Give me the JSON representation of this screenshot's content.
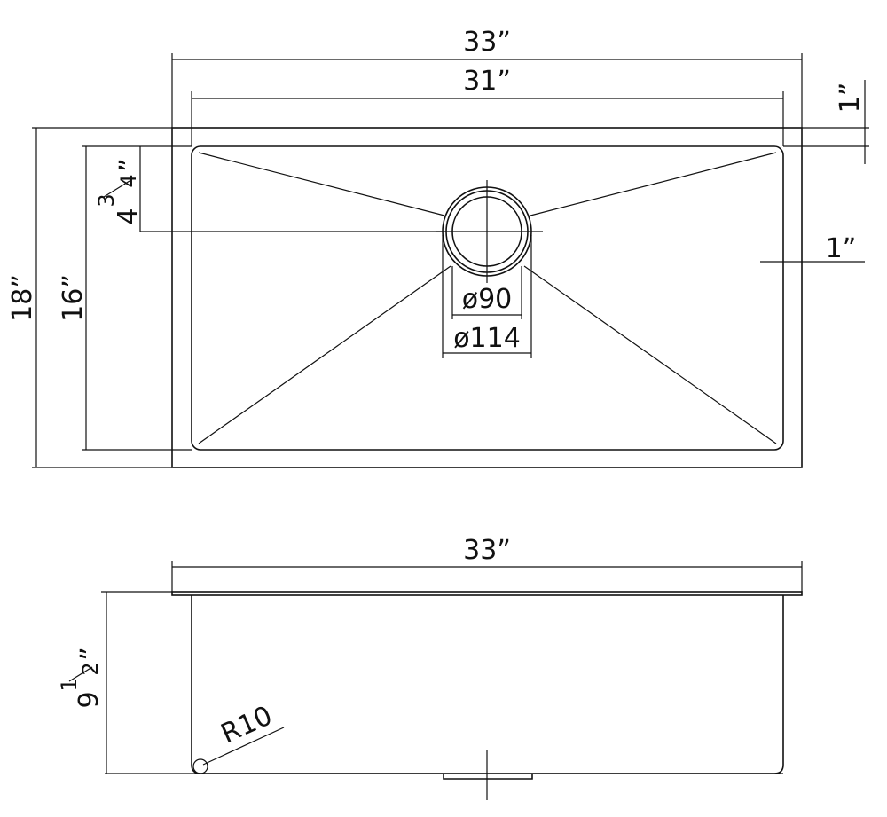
{
  "top_view": {
    "overall_width": "33”",
    "inner_width": "31”",
    "flange_top": "1”",
    "drain_offset_whole": "4",
    "drain_offset_num": "3",
    "drain_offset_den": "4",
    "drain_offset_unit": "”",
    "overall_depth": "18”",
    "inner_depth": "16”",
    "side_flange": "1”",
    "drain_inner_dia": "ø90",
    "drain_outer_dia": "ø114"
  },
  "side_view": {
    "overall_width": "33”",
    "height_whole": "9",
    "height_num": "1",
    "height_den": "2",
    "height_unit": "”",
    "corner_radius": "R10"
  }
}
